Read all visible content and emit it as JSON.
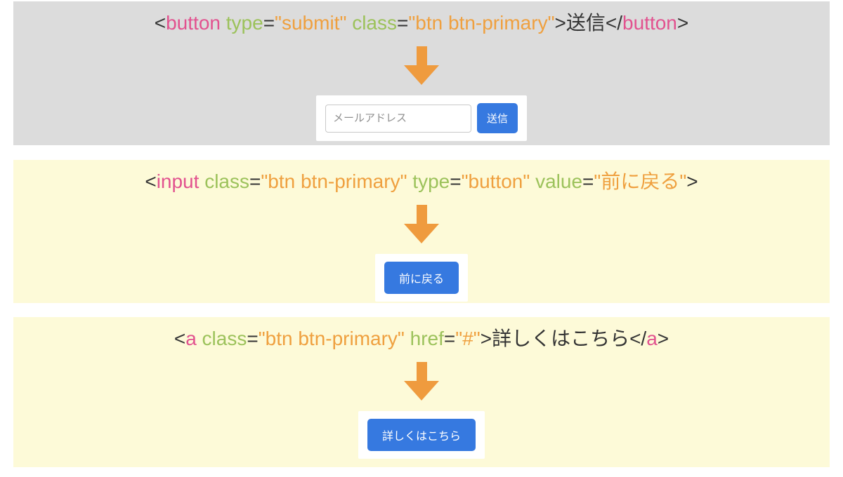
{
  "colors": {
    "section-gray": "#dcdcdc",
    "section-cream": "#fdfad8",
    "code-tag": "#e2528f",
    "code-attr": "#9cc25b",
    "code-value": "#efa03f",
    "code-plain": "#333333",
    "arrow-orange": "#ef9b3e",
    "button-blue": "#3679e0",
    "button-text": "#ffffff"
  },
  "sections": [
    {
      "name": "button-element-example",
      "code_tokens": [
        {
          "type": "plain",
          "text": "<"
        },
        {
          "type": "tag",
          "text": "button"
        },
        {
          "type": "plain",
          "text": " "
        },
        {
          "type": "attr",
          "text": "type"
        },
        {
          "type": "plain",
          "text": "="
        },
        {
          "type": "value",
          "text": "\"submit\""
        },
        {
          "type": "plain",
          "text": " "
        },
        {
          "type": "attr",
          "text": "class"
        },
        {
          "type": "plain",
          "text": "="
        },
        {
          "type": "value",
          "text": "\"btn btn-primary\""
        },
        {
          "type": "plain",
          "text": ">送信"
        },
        {
          "type": "plain",
          "text": "</"
        },
        {
          "type": "tag",
          "text": "button"
        },
        {
          "type": "plain",
          "text": ">"
        }
      ],
      "result": {
        "input_placeholder": "メールアドレス",
        "button_label": "送信"
      }
    },
    {
      "name": "input-element-example",
      "code_tokens": [
        {
          "type": "plain",
          "text": "<"
        },
        {
          "type": "tag",
          "text": "input"
        },
        {
          "type": "plain",
          "text": " "
        },
        {
          "type": "attr",
          "text": "class"
        },
        {
          "type": "plain",
          "text": "="
        },
        {
          "type": "value",
          "text": "\"btn btn-primary\""
        },
        {
          "type": "plain",
          "text": " "
        },
        {
          "type": "attr",
          "text": "type"
        },
        {
          "type": "plain",
          "text": "="
        },
        {
          "type": "value",
          "text": "\"button\""
        },
        {
          "type": "plain",
          "text": " "
        },
        {
          "type": "attr",
          "text": "value"
        },
        {
          "type": "plain",
          "text": "="
        },
        {
          "type": "value",
          "text": "\"前に戻る\""
        },
        {
          "type": "plain",
          "text": ">"
        }
      ],
      "result": {
        "button_label": "前に戻る"
      }
    },
    {
      "name": "anchor-element-example",
      "code_tokens": [
        {
          "type": "plain",
          "text": "<"
        },
        {
          "type": "tag",
          "text": "a"
        },
        {
          "type": "plain",
          "text": " "
        },
        {
          "type": "attr",
          "text": "class"
        },
        {
          "type": "plain",
          "text": "="
        },
        {
          "type": "value",
          "text": "\"btn btn-primary\""
        },
        {
          "type": "plain",
          "text": " "
        },
        {
          "type": "attr",
          "text": "href"
        },
        {
          "type": "plain",
          "text": "="
        },
        {
          "type": "value",
          "text": "\"#\""
        },
        {
          "type": "plain",
          "text": ">詳しくはこちら"
        },
        {
          "type": "plain",
          "text": "</"
        },
        {
          "type": "tag",
          "text": "a"
        },
        {
          "type": "plain",
          "text": ">"
        }
      ],
      "result": {
        "button_label": "詳しくはこちら"
      }
    }
  ]
}
